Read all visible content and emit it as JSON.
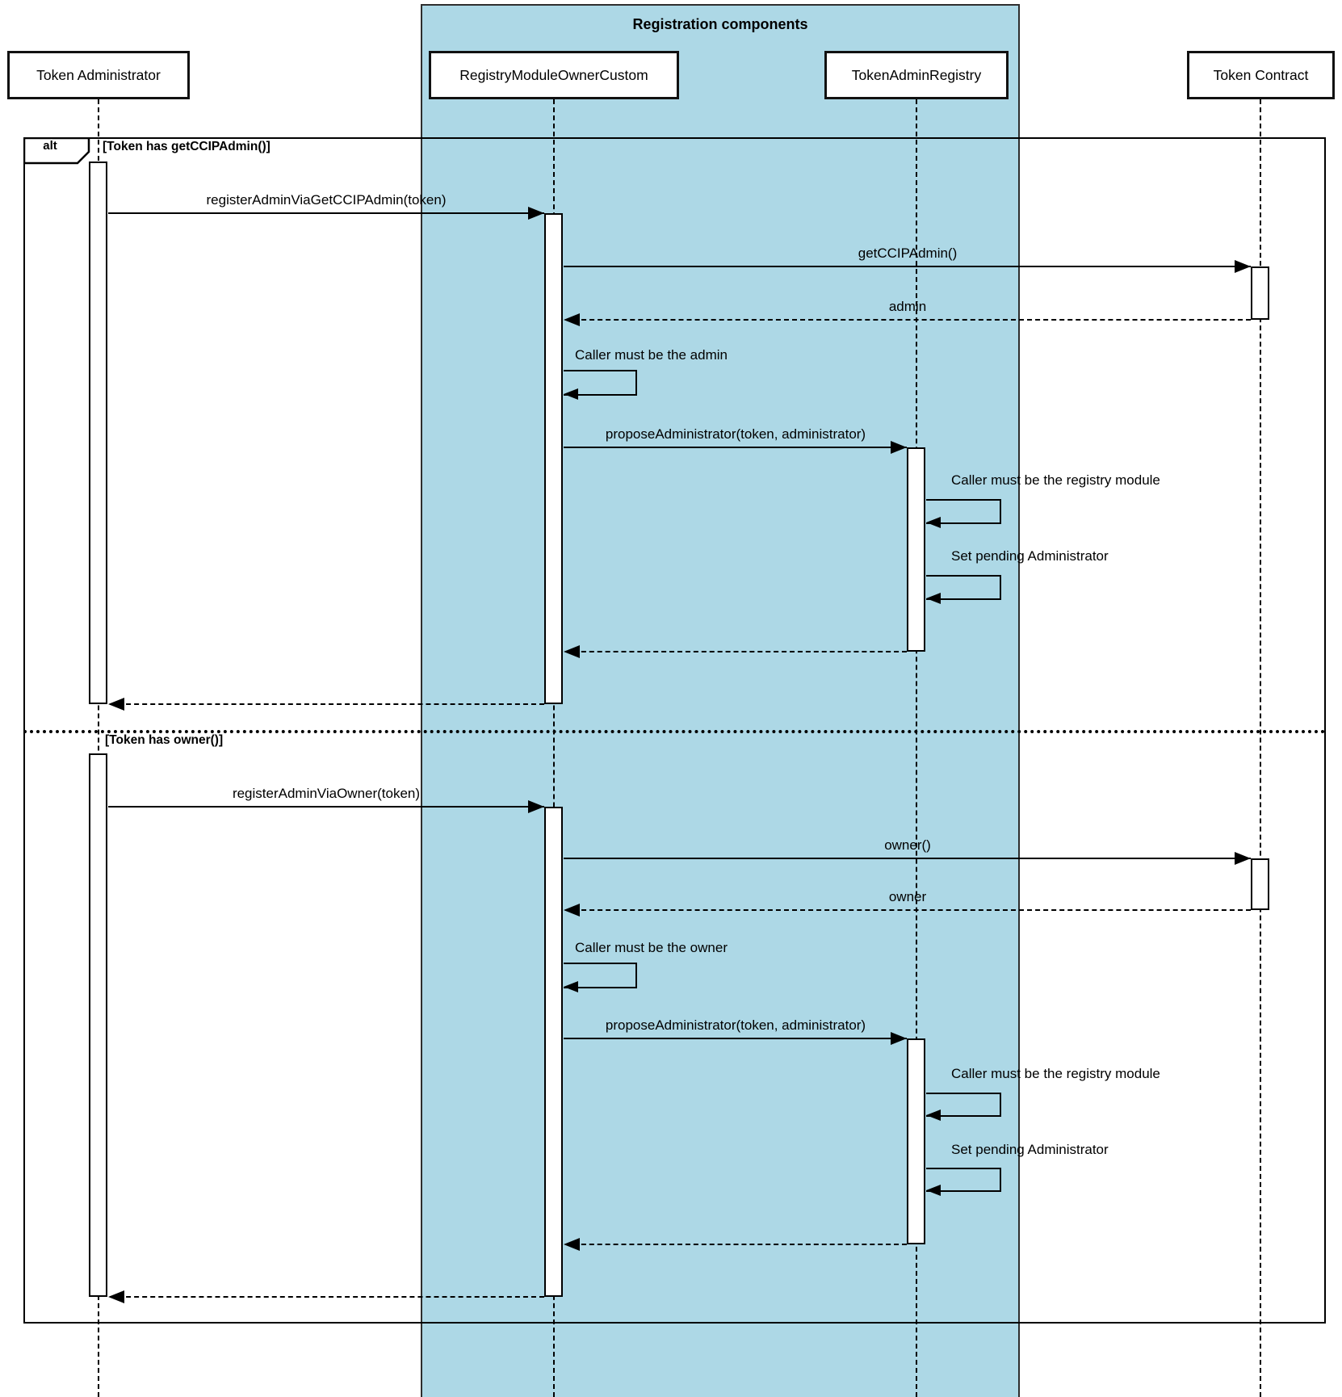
{
  "title": "Registration components",
  "frame": {
    "operator": "alt",
    "conditions": [
      "[Token has getCCIPAdmin()]",
      "[Token has owner()]"
    ]
  },
  "participants": [
    "Token Administrator",
    "RegistryModuleOwnerCustom",
    "TokenAdminRegistry",
    "Token Contract"
  ],
  "colors": {
    "highlight": "#add8e6",
    "line": "#000000",
    "box_bg": "#ffffff"
  },
  "sections": [
    {
      "condition": "[Token has getCCIPAdmin()]",
      "messages": [
        {
          "label": "registerAdminViaGetCCIPAdmin(token)",
          "from": "Token Administrator",
          "to": "RegistryModuleOwnerCustom",
          "kind": "sync"
        },
        {
          "label": "getCCIPAdmin()",
          "from": "RegistryModuleOwnerCustom",
          "to": "Token Contract",
          "kind": "sync"
        },
        {
          "label": "admin",
          "from": "Token Contract",
          "to": "RegistryModuleOwnerCustom",
          "kind": "return"
        },
        {
          "label": "Caller must be the admin",
          "from": "RegistryModuleOwnerCustom",
          "to": "RegistryModuleOwnerCustom",
          "kind": "self"
        },
        {
          "label": "proposeAdministrator(token, administrator)",
          "from": "RegistryModuleOwnerCustom",
          "to": "TokenAdminRegistry",
          "kind": "sync"
        },
        {
          "label": "Caller must be the registry module",
          "from": "TokenAdminRegistry",
          "to": "TokenAdminRegistry",
          "kind": "self"
        },
        {
          "label": "Set pending Administrator",
          "from": "TokenAdminRegistry",
          "to": "TokenAdminRegistry",
          "kind": "self"
        },
        {
          "label": "",
          "from": "TokenAdminRegistry",
          "to": "RegistryModuleOwnerCustom",
          "kind": "return"
        },
        {
          "label": "",
          "from": "RegistryModuleOwnerCustom",
          "to": "Token Administrator",
          "kind": "return"
        }
      ]
    },
    {
      "condition": "[Token has owner()]",
      "messages": [
        {
          "label": "registerAdminViaOwner(token)",
          "from": "Token Administrator",
          "to": "RegistryModuleOwnerCustom",
          "kind": "sync"
        },
        {
          "label": "owner()",
          "from": "RegistryModuleOwnerCustom",
          "to": "Token Contract",
          "kind": "sync"
        },
        {
          "label": "owner",
          "from": "Token Contract",
          "to": "RegistryModuleOwnerCustom",
          "kind": "return"
        },
        {
          "label": "Caller must be the owner",
          "from": "RegistryModuleOwnerCustom",
          "to": "RegistryModuleOwnerCustom",
          "kind": "self"
        },
        {
          "label": "proposeAdministrator(token, administrator)",
          "from": "RegistryModuleOwnerCustom",
          "to": "TokenAdminRegistry",
          "kind": "sync"
        },
        {
          "label": "Caller must be the registry module",
          "from": "TokenAdminRegistry",
          "to": "TokenAdminRegistry",
          "kind": "self"
        },
        {
          "label": "Set pending Administrator",
          "from": "TokenAdminRegistry",
          "to": "TokenAdminRegistry",
          "kind": "self"
        },
        {
          "label": "",
          "from": "TokenAdminRegistry",
          "to": "RegistryModuleOwnerCustom",
          "kind": "return"
        },
        {
          "label": "",
          "from": "RegistryModuleOwnerCustom",
          "to": "Token Administrator",
          "kind": "return"
        }
      ]
    }
  ]
}
